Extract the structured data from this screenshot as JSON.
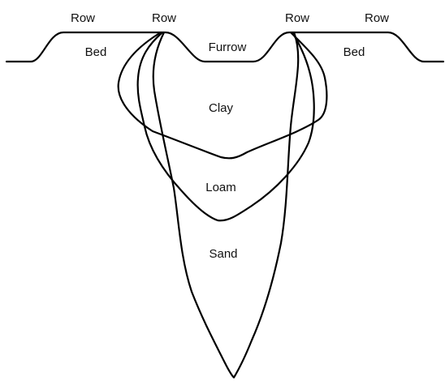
{
  "labels": {
    "row_1": "Row",
    "row_2": "Row",
    "row_3": "Row",
    "row_4": "Row",
    "bed_left": "Bed",
    "bed_right": "Bed",
    "furrow": "Furrow",
    "clay": "Clay",
    "loam": "Loam",
    "sand": "Sand"
  },
  "colors": {
    "line": "#000000",
    "text": "#111111",
    "background": "#ffffff"
  }
}
